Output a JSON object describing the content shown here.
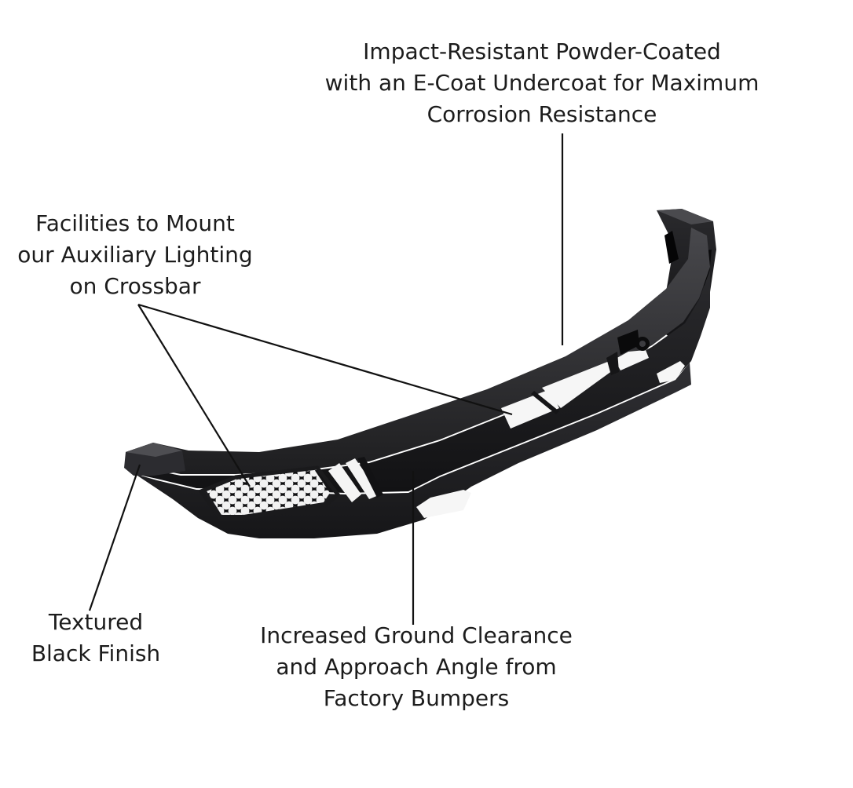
{
  "callouts": {
    "coating": {
      "line1": "Impact-Resistant Powder-Coated",
      "line2": "with an E-Coat Undercoat for Maximum",
      "line3": "Corrosion Resistance"
    },
    "lighting": {
      "line1": "Facilities to Mount",
      "line2": "our Auxiliary Lighting",
      "line3": "on Crossbar"
    },
    "finish": {
      "line1": "Textured",
      "line2": "Black Finish"
    },
    "clearance": {
      "line1": "Increased Ground Clearance",
      "line2": "and Approach Angle from",
      "line3": "Factory Bumpers"
    }
  },
  "colors": {
    "background": "#ffffff",
    "bumper": "#1f1f21",
    "bumper_highlight": "#3a3a3d",
    "text": "#1c1c1c",
    "leader_line": "#111111"
  }
}
